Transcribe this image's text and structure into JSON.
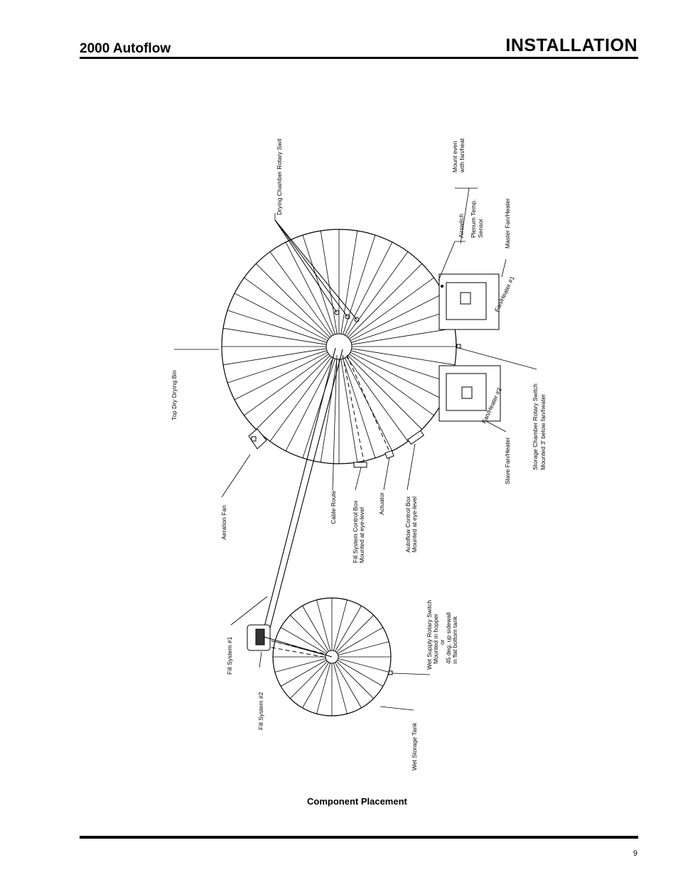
{
  "header": {
    "title_left": "2000 Autoflow",
    "title_right": "INSTALLATION"
  },
  "diagram": {
    "labels": {
      "drying_chamber_switch": "Drying Chamber Rotary Swit",
      "mount_even": [
        "Mount even",
        "with fan/heat"
      ],
      "airswitch": "Airswitch",
      "plenum_sensor": [
        "Plenum Temp.",
        "Sensor"
      ],
      "master_fan": "Master Fan/Heater",
      "top_dry_bin": "Top Dry Drying Bin",
      "fan_heater_1": "Fan/Heater #1",
      "fan_heater_2": "Fan/Heater #2",
      "slave_fan": "Slave Fan/Heater",
      "storage_switch": [
        "Storage Chamber Rotary Switch",
        "Mounted 3' below fan/heater"
      ],
      "aeration_fan": "Aeration Fan",
      "cable_route": "Cable Route",
      "fill_control_box": [
        "Fill System Control Box",
        "Mounted at eye-level"
      ],
      "actuator": "Actuator",
      "autoflow_control_box": [
        "Autoflow Control Box",
        "Mounted at eye-level"
      ],
      "fill_system_1": "Fill System #1",
      "fill_system_2": "Fill System #2",
      "wet_supply_switch": [
        "Wet Supply Rotary Switch",
        "Mounted in hopper",
        "or",
        "45 deg. up sidewall",
        "in flat bottom tank"
      ],
      "wet_storage_tank": "Wet Storage Tank"
    }
  },
  "caption": "Component Placement",
  "page_number": "9"
}
